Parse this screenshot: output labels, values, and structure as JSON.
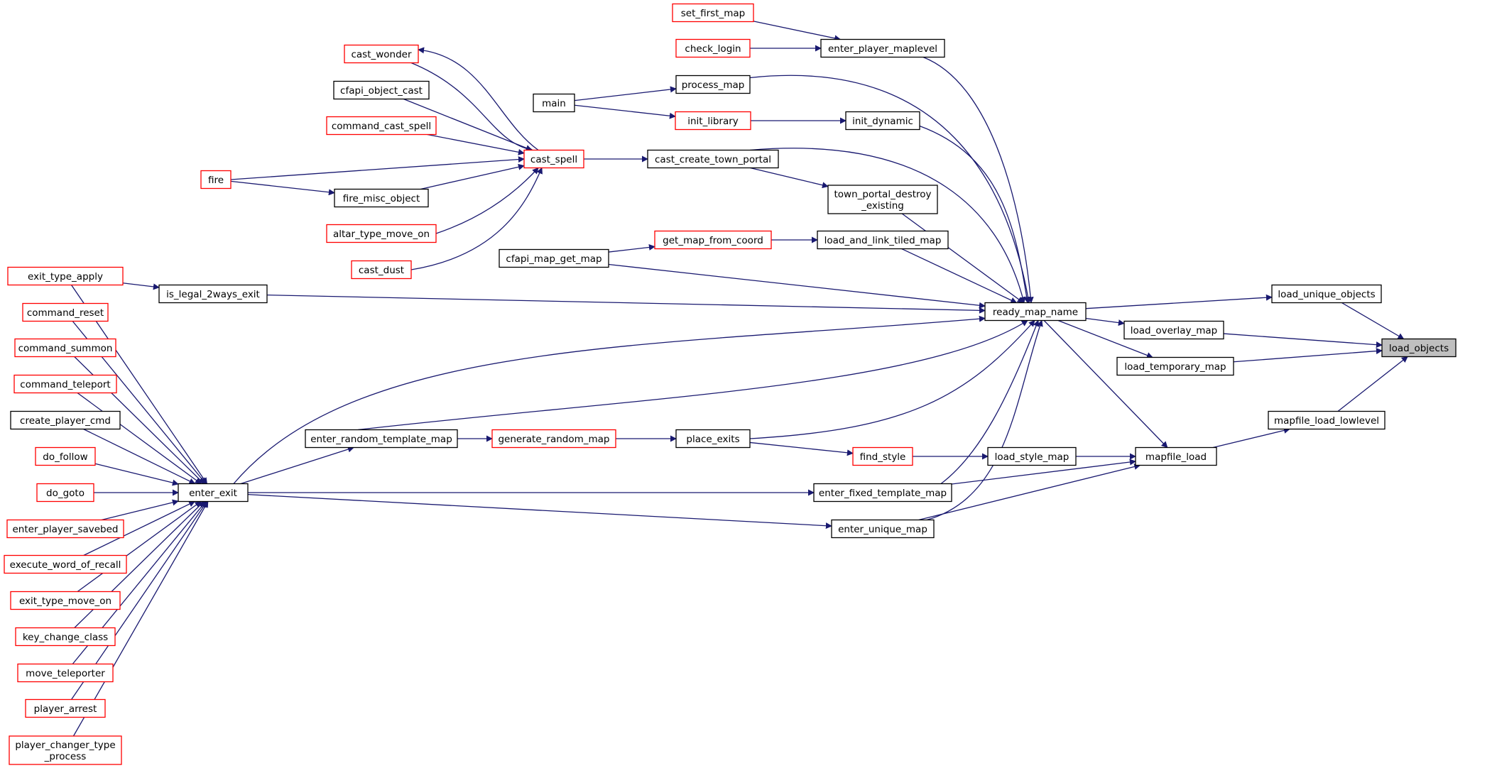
{
  "graph": {
    "nodes": [
      {
        "id": "load_objects",
        "lines": [
          "load_objects"
        ],
        "style": "gray"
      },
      {
        "id": "load_unique_objects",
        "lines": [
          "load_unique_objects"
        ],
        "style": "black"
      },
      {
        "id": "load_overlay_map",
        "lines": [
          "load_overlay_map"
        ],
        "style": "black"
      },
      {
        "id": "load_temporary_map",
        "lines": [
          "load_temporary_map"
        ],
        "style": "black"
      },
      {
        "id": "mapfile_load_lowlevel",
        "lines": [
          "mapfile_load_lowlevel"
        ],
        "style": "black"
      },
      {
        "id": "ready_map_name",
        "lines": [
          "ready_map_name"
        ],
        "style": "black"
      },
      {
        "id": "mapfile_load",
        "lines": [
          "mapfile_load"
        ],
        "style": "black"
      },
      {
        "id": "set_first_map",
        "lines": [
          "set_first_map"
        ],
        "style": "red"
      },
      {
        "id": "check_login",
        "lines": [
          "check_login"
        ],
        "style": "red"
      },
      {
        "id": "enter_player_maplevel",
        "lines": [
          "enter_player_maplevel"
        ],
        "style": "black"
      },
      {
        "id": "process_map",
        "lines": [
          "process_map"
        ],
        "style": "black"
      },
      {
        "id": "main",
        "lines": [
          "main"
        ],
        "style": "black"
      },
      {
        "id": "init_library",
        "lines": [
          "init_library"
        ],
        "style": "red"
      },
      {
        "id": "init_dynamic",
        "lines": [
          "init_dynamic"
        ],
        "style": "black"
      },
      {
        "id": "cast_create_town_portal",
        "lines": [
          "cast_create_town_portal"
        ],
        "style": "black"
      },
      {
        "id": "town_portal_destroy_existing",
        "lines": [
          "town_portal_destroy",
          "_existing"
        ],
        "style": "black"
      },
      {
        "id": "cast_spell",
        "lines": [
          "cast_spell"
        ],
        "style": "red"
      },
      {
        "id": "cast_wonder",
        "lines": [
          "cast_wonder"
        ],
        "style": "red"
      },
      {
        "id": "cfapi_object_cast",
        "lines": [
          "cfapi_object_cast"
        ],
        "style": "black"
      },
      {
        "id": "command_cast_spell",
        "lines": [
          "command_cast_spell"
        ],
        "style": "red"
      },
      {
        "id": "fire",
        "lines": [
          "fire"
        ],
        "style": "red"
      },
      {
        "id": "fire_misc_object",
        "lines": [
          "fire_misc_object"
        ],
        "style": "black"
      },
      {
        "id": "altar_type_move_on",
        "lines": [
          "altar_type_move_on"
        ],
        "style": "red"
      },
      {
        "id": "cast_dust",
        "lines": [
          "cast_dust"
        ],
        "style": "red"
      },
      {
        "id": "load_and_link_tiled_map",
        "lines": [
          "load_and_link_tiled_map"
        ],
        "style": "black"
      },
      {
        "id": "get_map_from_coord",
        "lines": [
          "get_map_from_coord"
        ],
        "style": "red"
      },
      {
        "id": "cfapi_map_get_map",
        "lines": [
          "cfapi_map_get_map"
        ],
        "style": "black"
      },
      {
        "id": "is_legal_2ways_exit",
        "lines": [
          "is_legal_2ways_exit"
        ],
        "style": "black"
      },
      {
        "id": "exit_type_apply",
        "lines": [
          "exit_type_apply"
        ],
        "style": "red"
      },
      {
        "id": "enter_exit",
        "lines": [
          "enter_exit"
        ],
        "style": "black"
      },
      {
        "id": "enter_random_template_map",
        "lines": [
          "enter_random_template_map"
        ],
        "style": "black"
      },
      {
        "id": "generate_random_map",
        "lines": [
          "generate_random_map"
        ],
        "style": "red"
      },
      {
        "id": "place_exits",
        "lines": [
          "place_exits"
        ],
        "style": "black"
      },
      {
        "id": "find_style",
        "lines": [
          "find_style"
        ],
        "style": "red"
      },
      {
        "id": "load_style_map",
        "lines": [
          "load_style_map"
        ],
        "style": "black"
      },
      {
        "id": "enter_fixed_template_map",
        "lines": [
          "enter_fixed_template_map"
        ],
        "style": "black"
      },
      {
        "id": "enter_unique_map",
        "lines": [
          "enter_unique_map"
        ],
        "style": "black"
      },
      {
        "id": "command_reset",
        "lines": [
          "command_reset"
        ],
        "style": "red"
      },
      {
        "id": "command_summon",
        "lines": [
          "command_summon"
        ],
        "style": "red"
      },
      {
        "id": "command_teleport",
        "lines": [
          "command_teleport"
        ],
        "style": "red"
      },
      {
        "id": "create_player_cmd",
        "lines": [
          "create_player_cmd"
        ],
        "style": "black"
      },
      {
        "id": "do_follow",
        "lines": [
          "do_follow"
        ],
        "style": "red"
      },
      {
        "id": "do_goto",
        "lines": [
          "do_goto"
        ],
        "style": "red"
      },
      {
        "id": "enter_player_savebed",
        "lines": [
          "enter_player_savebed"
        ],
        "style": "red"
      },
      {
        "id": "execute_word_of_recall",
        "lines": [
          "execute_word_of_recall"
        ],
        "style": "red"
      },
      {
        "id": "exit_type_move_on",
        "lines": [
          "exit_type_move_on"
        ],
        "style": "red"
      },
      {
        "id": "key_change_class",
        "lines": [
          "key_change_class"
        ],
        "style": "red"
      },
      {
        "id": "move_teleporter",
        "lines": [
          "move_teleporter"
        ],
        "style": "red"
      },
      {
        "id": "player_arrest",
        "lines": [
          "player_arrest"
        ],
        "style": "red"
      },
      {
        "id": "player_changer_type_process",
        "lines": [
          "player_changer_type",
          "_process"
        ],
        "style": "red"
      }
    ],
    "edges": [
      [
        "load_unique_objects",
        "load_objects"
      ],
      [
        "load_overlay_map",
        "load_objects"
      ],
      [
        "load_temporary_map",
        "load_objects"
      ],
      [
        "mapfile_load_lowlevel",
        "load_objects"
      ],
      [
        "ready_map_name",
        "load_unique_objects"
      ],
      [
        "ready_map_name",
        "load_overlay_map"
      ],
      [
        "ready_map_name",
        "load_temporary_map"
      ],
      [
        "mapfile_load",
        "mapfile_load_lowlevel"
      ],
      [
        "ready_map_name",
        "mapfile_load"
      ],
      [
        "set_first_map",
        "enter_player_maplevel"
      ],
      [
        "check_login",
        "enter_player_maplevel"
      ],
      [
        "enter_player_maplevel",
        "ready_map_name"
      ],
      [
        "process_map",
        "ready_map_name"
      ],
      [
        "main",
        "process_map"
      ],
      [
        "main",
        "init_library"
      ],
      [
        "init_library",
        "init_dynamic"
      ],
      [
        "init_dynamic",
        "ready_map_name"
      ],
      [
        "cast_create_town_portal",
        "ready_map_name"
      ],
      [
        "cast_create_town_portal",
        "town_portal_destroy_existing"
      ],
      [
        "town_portal_destroy_existing",
        "ready_map_name"
      ],
      [
        "cast_spell",
        "cast_create_town_portal"
      ],
      [
        "cast_wonder",
        "cast_spell"
      ],
      [
        "cast_spell",
        "cast_wonder"
      ],
      [
        "cfapi_object_cast",
        "cast_spell"
      ],
      [
        "command_cast_spell",
        "cast_spell"
      ],
      [
        "fire",
        "cast_spell"
      ],
      [
        "fire",
        "fire_misc_object"
      ],
      [
        "fire_misc_object",
        "cast_spell"
      ],
      [
        "altar_type_move_on",
        "cast_spell"
      ],
      [
        "cast_dust",
        "cast_spell"
      ],
      [
        "load_and_link_tiled_map",
        "ready_map_name"
      ],
      [
        "get_map_from_coord",
        "load_and_link_tiled_map"
      ],
      [
        "cfapi_map_get_map",
        "get_map_from_coord"
      ],
      [
        "cfapi_map_get_map",
        "ready_map_name"
      ],
      [
        "is_legal_2ways_exit",
        "ready_map_name"
      ],
      [
        "exit_type_apply",
        "is_legal_2ways_exit"
      ],
      [
        "enter_exit",
        "ready_map_name"
      ],
      [
        "enter_random_template_map",
        "ready_map_name"
      ],
      [
        "enter_exit",
        "enter_random_template_map"
      ],
      [
        "enter_random_template_map",
        "generate_random_map"
      ],
      [
        "generate_random_map",
        "place_exits"
      ],
      [
        "place_exits",
        "ready_map_name"
      ],
      [
        "place_exits",
        "find_style"
      ],
      [
        "find_style",
        "load_style_map"
      ],
      [
        "load_style_map",
        "mapfile_load"
      ],
      [
        "enter_fixed_template_map",
        "ready_map_name"
      ],
      [
        "enter_fixed_template_map",
        "mapfile_load"
      ],
      [
        "enter_exit",
        "enter_fixed_template_map"
      ],
      [
        "enter_unique_map",
        "ready_map_name"
      ],
      [
        "enter_unique_map",
        "mapfile_load"
      ],
      [
        "enter_exit",
        "enter_unique_map"
      ],
      [
        "exit_type_apply",
        "enter_exit"
      ],
      [
        "command_reset",
        "enter_exit"
      ],
      [
        "command_summon",
        "enter_exit"
      ],
      [
        "command_teleport",
        "enter_exit"
      ],
      [
        "create_player_cmd",
        "enter_exit"
      ],
      [
        "do_follow",
        "enter_exit"
      ],
      [
        "do_goto",
        "enter_exit"
      ],
      [
        "enter_player_savebed",
        "enter_exit"
      ],
      [
        "execute_word_of_recall",
        "enter_exit"
      ],
      [
        "exit_type_move_on",
        "enter_exit"
      ],
      [
        "key_change_class",
        "enter_exit"
      ],
      [
        "move_teleporter",
        "enter_exit"
      ],
      [
        "player_arrest",
        "enter_exit"
      ],
      [
        "player_changer_type_process",
        "enter_exit"
      ]
    ]
  }
}
